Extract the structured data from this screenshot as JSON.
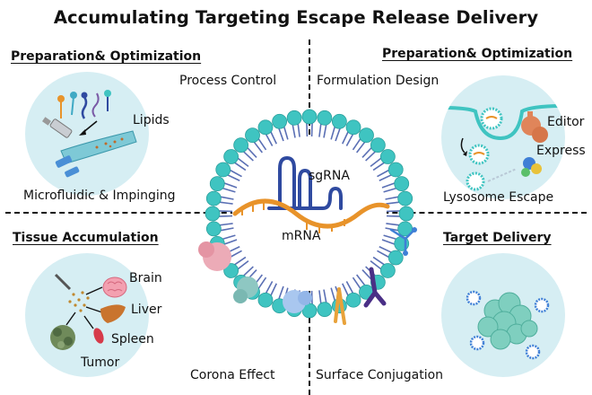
{
  "title": "Accumulating Targeting Escape Release Delivery",
  "quadrants": {
    "top_left": {
      "heading": "Preparation& Optimization",
      "labels": [
        "Lipids",
        "Microfluidic & Impinging"
      ]
    },
    "top_right": {
      "heading": "Preparation& Optimization",
      "labels": [
        "Editor",
        "Express",
        "Lysosome Escape"
      ]
    },
    "bottom_left": {
      "heading": "Tissue Accumulation",
      "labels": [
        "Brain",
        "Liver",
        "Spleen",
        "Tumor"
      ]
    },
    "bottom_right": {
      "heading": "Target Delivery"
    }
  },
  "center": {
    "top_left": "Process Control",
    "top_right": "Formulation Design",
    "bottom_left": "Corona Effect",
    "bottom_right": "Surface Conjugation",
    "cargo": [
      "sgRNA",
      "mRNA"
    ]
  },
  "colors": {
    "lipid_head": "#3fc4c1",
    "lipid_tail": "#5a6fb4",
    "sgrna": "#2f4aa0",
    "mrna": "#e8932a",
    "circle_bg": "#d6eef3"
  }
}
